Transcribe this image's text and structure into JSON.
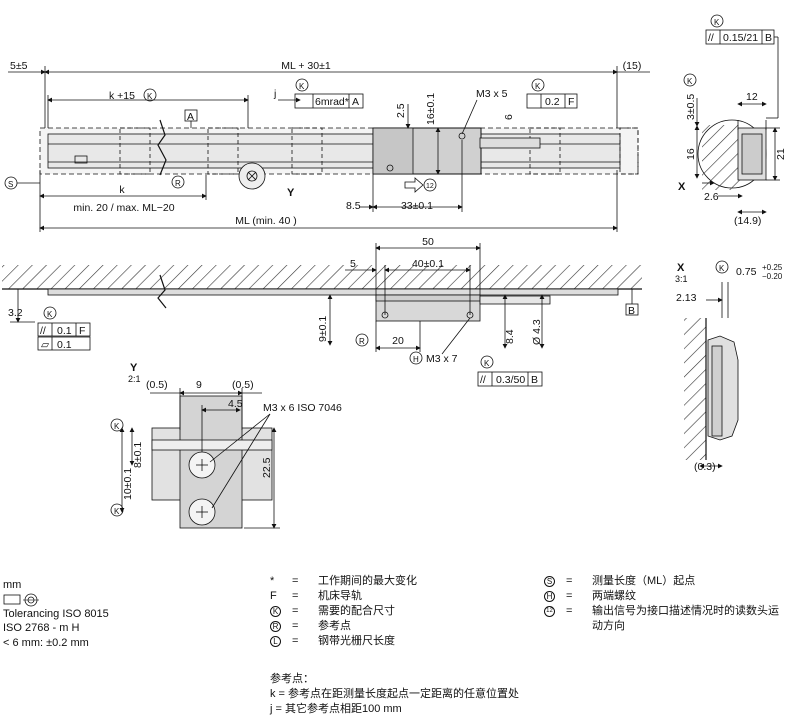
{
  "labels": {
    "dim_5pm5": "5±5",
    "dim_ml30": "ML + 30±1",
    "dim_15": "(15)",
    "dim_k15": "k +15",
    "dim_j": "j",
    "dim_6mrad": "6mrad*",
    "dim_02": "0.2",
    "dim_F": "F",
    "dim_A": "A",
    "dim_25": "2.5",
    "dim_16_01": "16±0.1",
    "dim_m3x5": "M3 x 5",
    "dim_6": "6",
    "dim_k": "k",
    "dim_k_range": "min. 20 / max. ML−20",
    "dim_85": "8.5",
    "dim_33": "33±0.1",
    "dim_ml40": "ML (min. 40 )",
    "label_Y": "Y",
    "dim_50": "50",
    "dim_5": "5",
    "dim_40": "40±0.1",
    "dim_32": "3.2",
    "dim_01_a": "0.1",
    "dim_01_b": "0.1",
    "dim_9_01": "9±0.1",
    "dim_20": "20",
    "dim_m3x7": "M3 x 7",
    "dim_84": "8.4",
    "dim_43": "Ø 4.3",
    "dim_03_50": "0.3/50",
    "dim_B": "B",
    "x_top_tol": "0.15/21",
    "x_top_B": "B",
    "x_30_5": "3±0.5",
    "x_12": "12",
    "x_16": "16",
    "x_21": "21",
    "x_26": "2.6",
    "x_149": "(14.9)",
    "label_X": "X",
    "det_x_title": "X",
    "det_x_scale": "3:1",
    "det_x_075": "0.75",
    "det_x_tol_up": "+0.25",
    "det_x_tol_dn": "−0.20",
    "det_x_213": "2.13",
    "det_x_03": "(0.3)",
    "det_y_title": "Y",
    "det_y_scale": "2:1",
    "det_y_05a": "(0.5)",
    "det_y_9": "9",
    "det_y_05b": "(0.5)",
    "det_y_45": "4.5",
    "det_y_m3x6": "M3 x 6 ISO 7046",
    "det_y_8": "8±0.1",
    "det_y_10": "10±0.1",
    "det_y_225": "22.5"
  },
  "tolerancing": {
    "unit": "mm",
    "line1": "Tolerancing ISO 8015",
    "line2": "ISO 2768 - m H",
    "line3": "< 6 mm: ±0.2 mm"
  },
  "legend": {
    "col1": [
      {
        "sym": "*",
        "text": "工作期间的最大变化"
      },
      {
        "sym": "F",
        "text": "机床导轨"
      },
      {
        "sym": "K",
        "text": "需要的配合尺寸"
      },
      {
        "sym": "R",
        "text": "参考点"
      },
      {
        "sym": "L",
        "text": "钢带光栅尺长度"
      }
    ],
    "col2": [
      {
        "sym": "S",
        "text": "测量长度（ML）起点"
      },
      {
        "sym": "H",
        "text": "两端螺纹"
      },
      {
        "sym": "12",
        "text": "输出信号为接口描述情况时的读数头运"
      },
      {
        "sym": "",
        "text": "动方向"
      }
    ],
    "eq": "="
  },
  "reference": {
    "title": "参考点：",
    "line1": "k = 参考点在距测量长度起点一定距离的任意位置处",
    "line2": "j = 其它参考点相距100 mm"
  }
}
